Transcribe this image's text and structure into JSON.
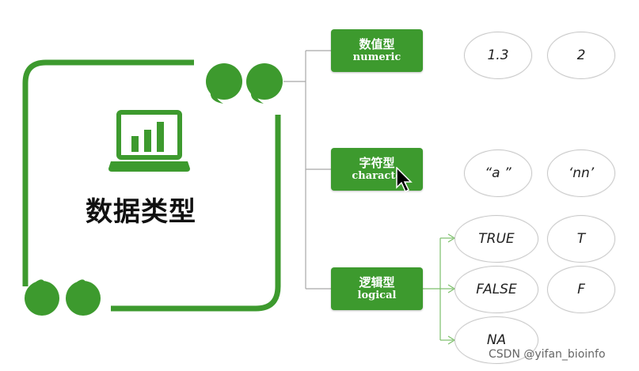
{
  "title": "数据类型",
  "types": [
    {
      "zh": "数值型",
      "en": "numeric",
      "examples": [
        "1.3",
        "2"
      ]
    },
    {
      "zh": "字符型",
      "en": "characte",
      "examples": [
        "“a ”",
        "‘nn’"
      ]
    },
    {
      "zh": "逻辑型",
      "en": "logical",
      "examples": [
        "TRUE",
        "T",
        "FALSE",
        "F",
        "NA"
      ]
    }
  ],
  "watermark": "CSDN @yifan_bioinfo",
  "icons": [
    "laptop-chart-icon",
    "quote-open-icon",
    "quote-close-icon",
    "cursor-icon"
  ],
  "colors": {
    "accent": "#3d9a2e",
    "frame": "#3d9a2e"
  }
}
